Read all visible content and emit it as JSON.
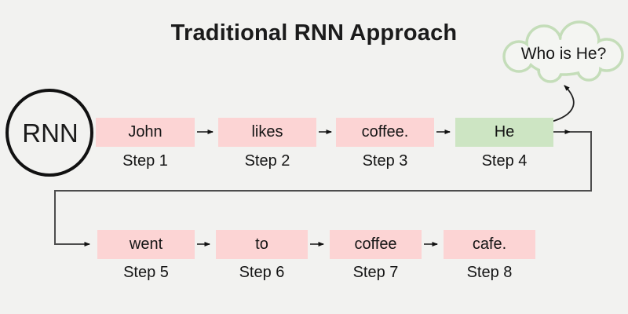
{
  "title": "Traditional RNN Approach",
  "rnn": {
    "label": "RNN"
  },
  "cloud": {
    "label": "Who is He?"
  },
  "colors": {
    "background": "#f2f2f0",
    "box_pink": "#fcd4d4",
    "box_green": "#cde5c3",
    "line": "#4d4d4d",
    "cloud_outline": "#c4ddb9",
    "text": "#1b1b1b"
  },
  "rows": [
    {
      "boxes": [
        {
          "word": "John",
          "step": "Step 1",
          "highlight": false
        },
        {
          "word": "likes",
          "step": "Step 2",
          "highlight": false
        },
        {
          "word": "coffee.",
          "step": "Step 3",
          "highlight": false
        },
        {
          "word": "He",
          "step": "Step 4",
          "highlight": true
        }
      ]
    },
    {
      "boxes": [
        {
          "word": "went",
          "step": "Step 5",
          "highlight": false
        },
        {
          "word": "to",
          "step": "Step 6",
          "highlight": false
        },
        {
          "word": "coffee",
          "step": "Step 7",
          "highlight": false
        },
        {
          "word": "cafe.",
          "step": "Step 8",
          "highlight": false
        }
      ]
    }
  ]
}
